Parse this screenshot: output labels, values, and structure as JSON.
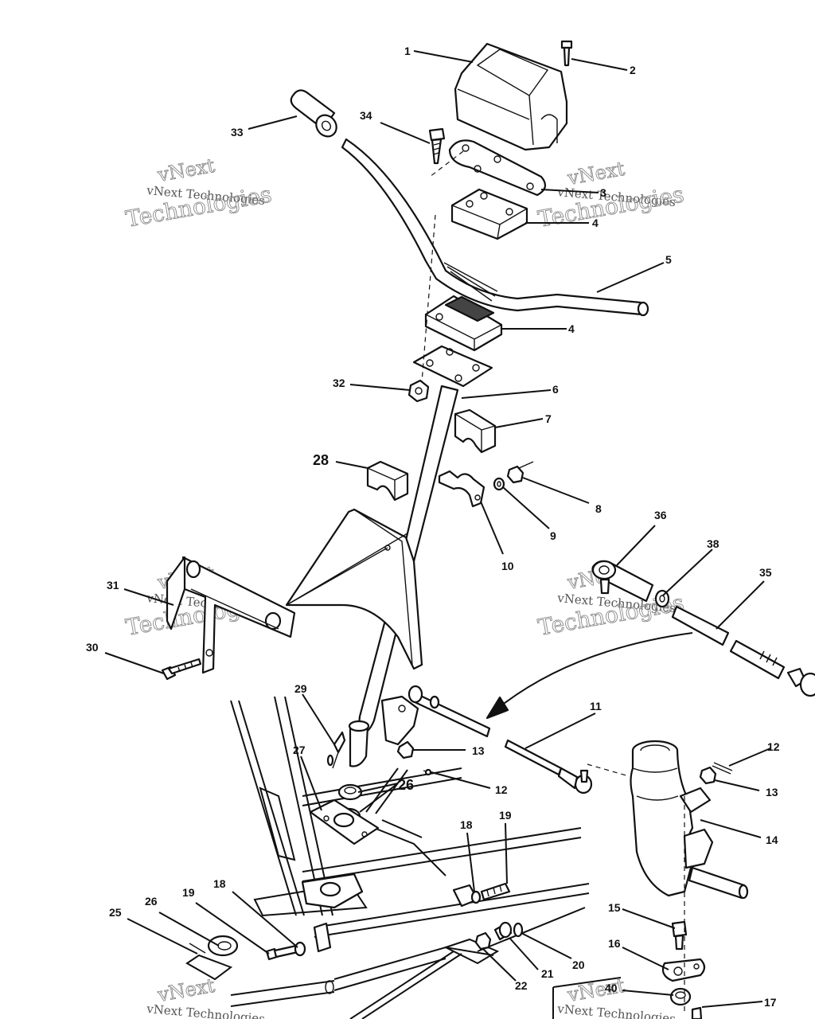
{
  "callouts": {
    "c1": "1",
    "c2": "2",
    "c3": "3",
    "c4a": "4",
    "c4b": "4",
    "c5": "5",
    "c6": "6",
    "c7": "7",
    "c8": "8",
    "c9": "9",
    "c10": "10",
    "c11": "11",
    "c12a": "12",
    "c12b": "12",
    "c13a": "13",
    "c13b": "13",
    "c14": "14",
    "c15": "15",
    "c16": "16",
    "c17": "17",
    "c18a": "18",
    "c18b": "18",
    "c19a": "19",
    "c19b": "19",
    "c20": "20",
    "c21": "21",
    "c22": "22",
    "c25": "25",
    "c26a": "26",
    "c26b": "26",
    "c27": "27",
    "c28": "28",
    "c29": "29",
    "c30": "30",
    "c31": "31",
    "c32": "32",
    "c33": "33",
    "c34": "34",
    "c35": "35",
    "c36": "36",
    "c38": "38",
    "c40": "40"
  },
  "watermark": {
    "brand": "vNext",
    "company": "vNext Technologies",
    "word": "Technologies"
  },
  "colors": {
    "ink": "#111111",
    "watermark": "#8a8a8a",
    "background": "#ffffff"
  }
}
